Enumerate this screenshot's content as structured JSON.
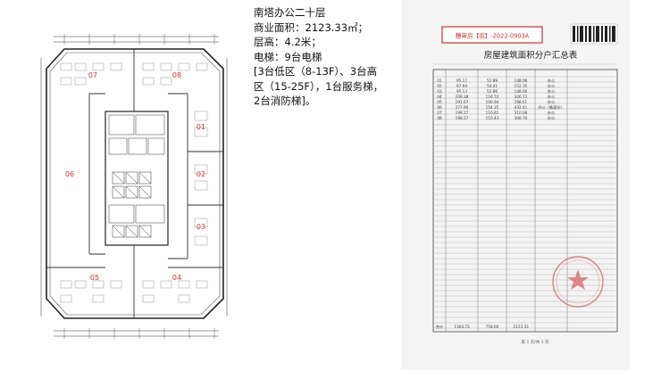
{
  "description": {
    "lines": [
      "南塔办公二十层",
      "商业面积：2123.33㎡；",
      "层高：4.2米；",
      "电梯：9台电梯",
      "[3台低区（8-13F）、3台高",
      "区（15-25F），1台服务梯，",
      "2台消防梯]。"
    ]
  },
  "floor_plan": {
    "units": [
      "07",
      "08",
      "01",
      "06",
      "02",
      "03",
      "05",
      "04"
    ]
  },
  "document": {
    "stamp_text": "穗审房【验】-2022-0903A",
    "title": "房屋建筑面积分户汇总表",
    "page_label": "第 1 页/共 1 页",
    "table": {
      "rows": [
        [
          "01",
          "95.17",
          "52.89",
          "148.06",
          "办公"
        ],
        [
          "02",
          "97.94",
          "54.41",
          "152.35",
          "办公"
        ],
        [
          "03",
          "95.13",
          "52.86",
          "148.00",
          "办公"
        ],
        [
          "04",
          "209.38",
          "116.74",
          "326.12",
          "办公"
        ],
        [
          "05",
          "191.67",
          "106.94",
          "298.61",
          "办公"
        ],
        [
          "06",
          "277.90",
          "154.35",
          "432.41",
          "办公（备案价）"
        ],
        [
          "07",
          "199.27",
          "110.81",
          "310.08",
          "办公"
        ],
        [
          "08",
          "198.27",
          "110.43",
          "308.70",
          "办公"
        ]
      ],
      "total": [
        "合计",
        "1364.73",
        "758.60",
        "2123.33"
      ]
    }
  }
}
